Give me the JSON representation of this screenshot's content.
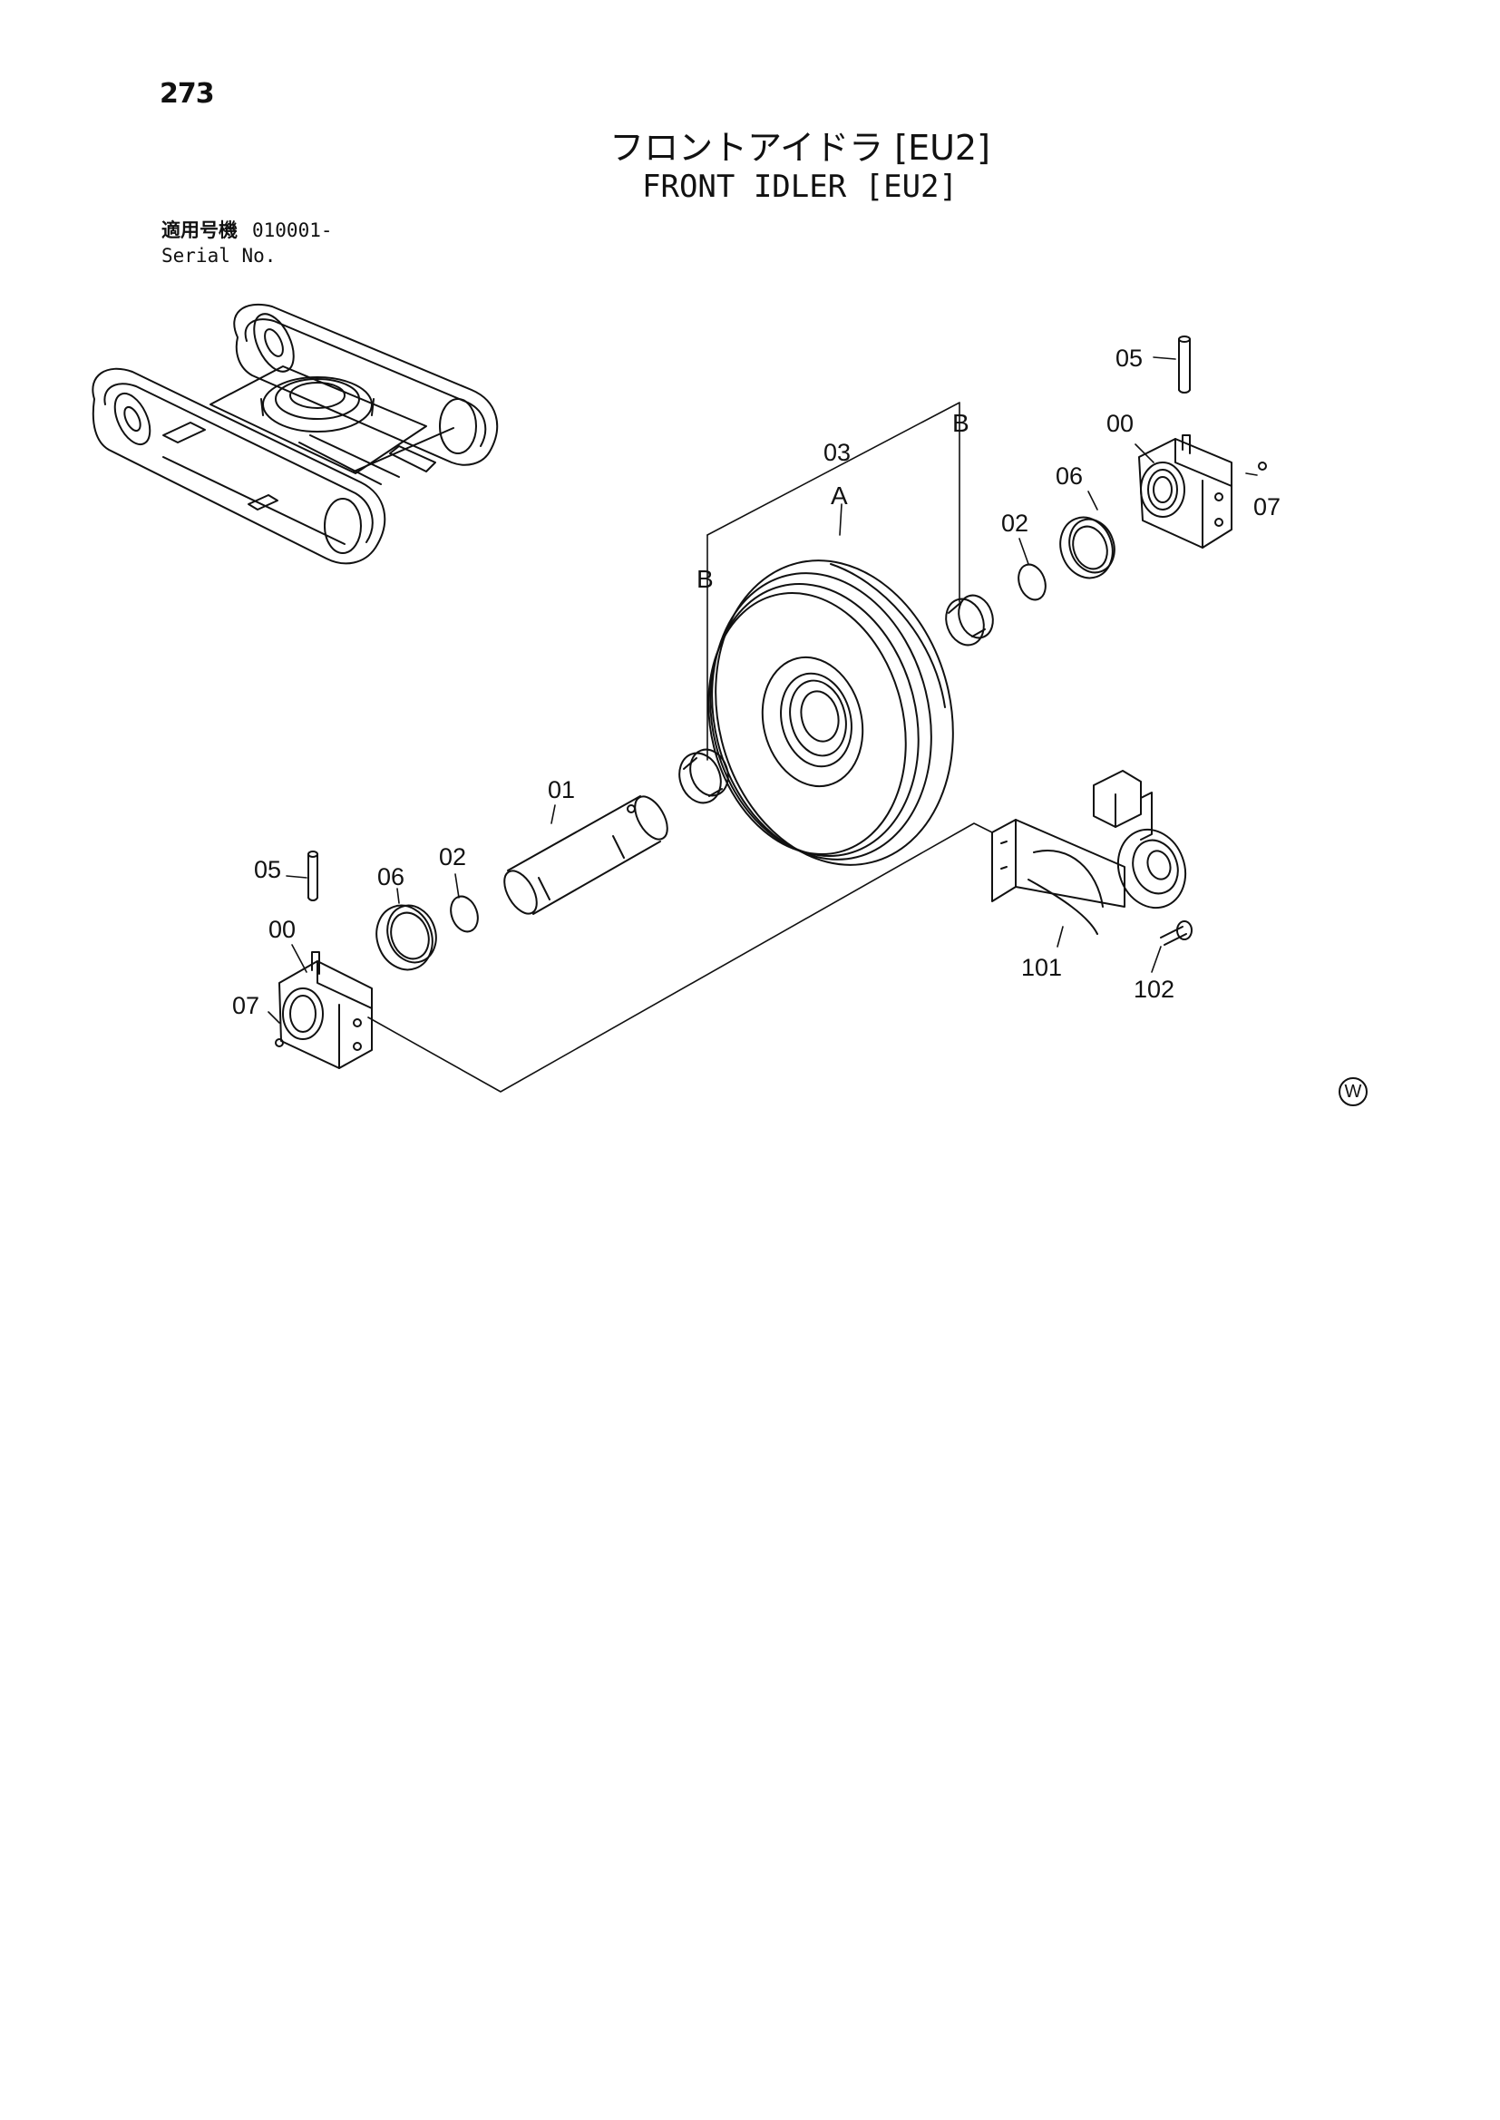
{
  "page_number": "273",
  "title_jp": "フロントアイドラ [EU2]",
  "title_en": "FRONT IDLER [EU2]",
  "serial": {
    "label_jp": "適用号機",
    "value": "010001-",
    "label_en": "Serial No."
  },
  "callouts": {
    "c05_top": "05",
    "c00_top": "00",
    "c07_top": "07",
    "c06_top": "06",
    "c02_top": "02",
    "c03": "03",
    "refA": "A",
    "refB_top": "B",
    "refB_left": "B",
    "c01": "01",
    "c05_left": "05",
    "c06_left": "06",
    "c02_left": "02",
    "c00_left": "00",
    "c07_left": "07",
    "c101": "101",
    "c102": "102"
  },
  "mark": "W"
}
